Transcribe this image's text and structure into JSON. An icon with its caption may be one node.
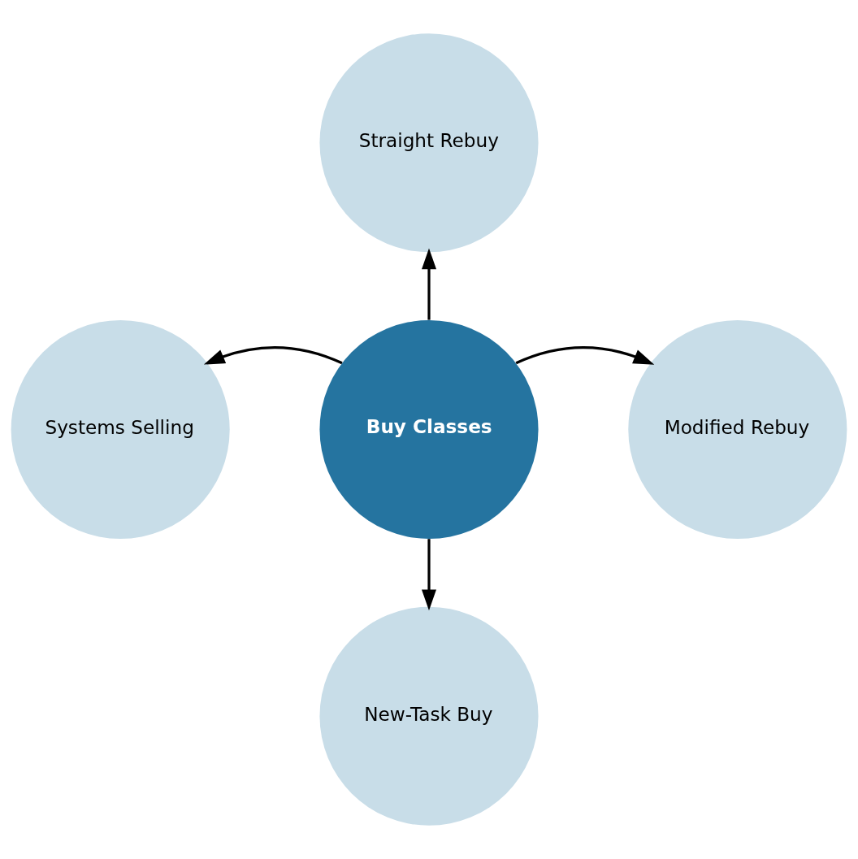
{
  "diagram": {
    "nodes": [
      {
        "text": [
          "Straight Rebuy"
        ]
      },
      {
        "text": [
          "Systems Selling"
        ]
      },
      {
        "text": [
          "Buy Classes"
        ]
      },
      {
        "text": [
          "Modified Rebuy"
        ]
      },
      {
        "text": [
          "New-Task Buy"
        ]
      }
    ],
    "edges": [
      {
        "from": 2,
        "to": 0,
        "arrow": "to"
      },
      {
        "from": 2,
        "to": 1,
        "arrow": "to"
      },
      {
        "from": 2,
        "to": 3,
        "arrow": "to"
      },
      {
        "from": 2,
        "to": 4,
        "arrow": "to"
      }
    ]
  }
}
